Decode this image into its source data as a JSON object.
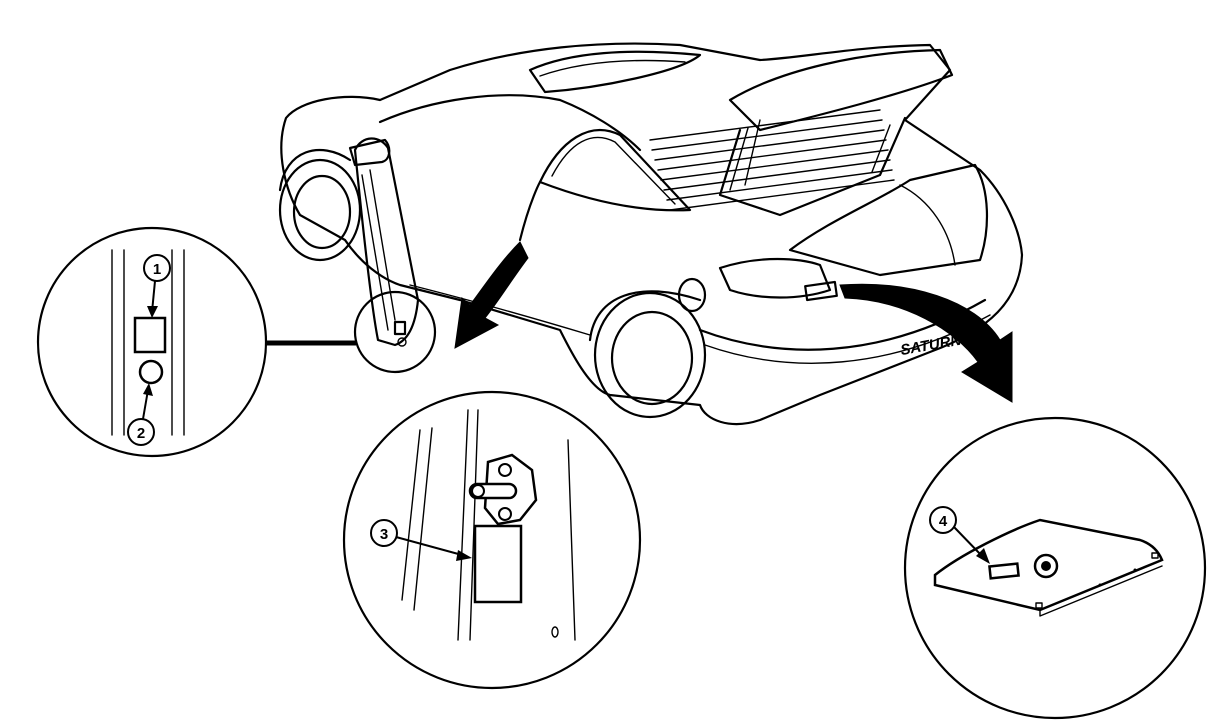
{
  "callouts": [
    {
      "id": "callout-1",
      "number": "1"
    },
    {
      "id": "callout-2",
      "number": "2"
    },
    {
      "id": "callout-3",
      "number": "3"
    },
    {
      "id": "callout-4",
      "number": "4"
    }
  ],
  "badge_text": "SATURN"
}
